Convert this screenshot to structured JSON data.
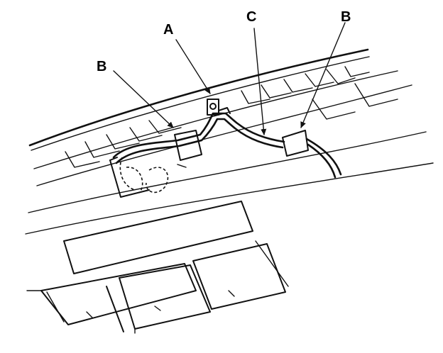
{
  "callouts": {
    "a": "A",
    "b_left": "B",
    "c": "C",
    "b_right": "B"
  },
  "colors": {
    "ink": "#111111",
    "background": "#ffffff"
  }
}
